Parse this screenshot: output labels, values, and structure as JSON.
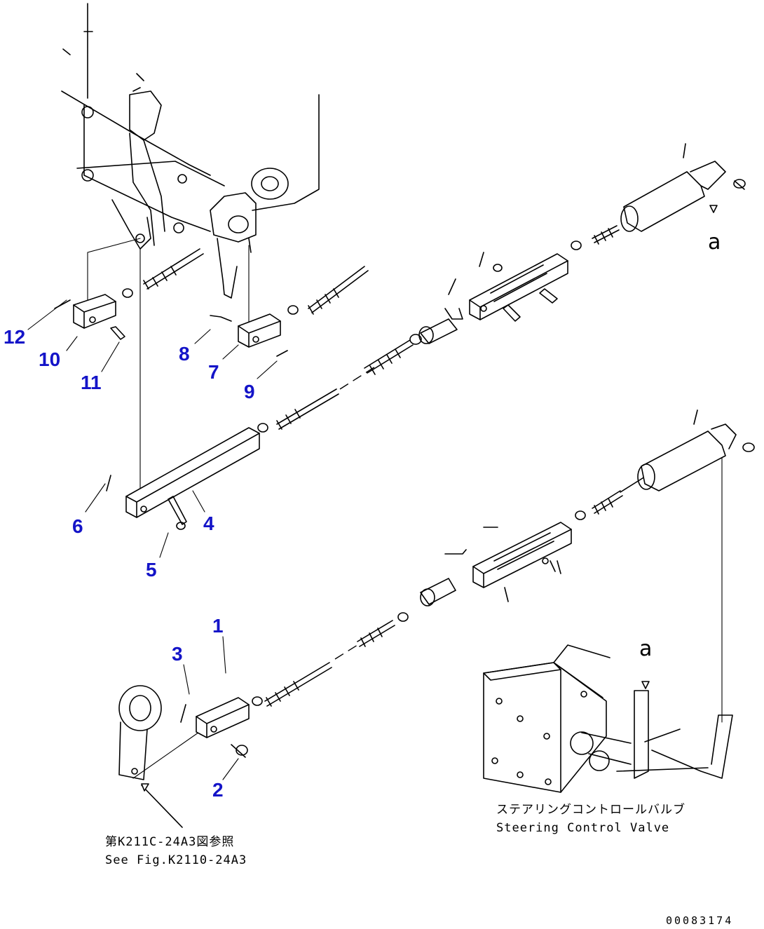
{
  "callouts": [
    {
      "label": "1"
    },
    {
      "label": "2"
    },
    {
      "label": "3"
    },
    {
      "label": "4"
    },
    {
      "label": "5"
    },
    {
      "label": "6"
    },
    {
      "label": "7"
    },
    {
      "label": "8"
    },
    {
      "label": "9"
    },
    {
      "label": "10"
    },
    {
      "label": "11"
    },
    {
      "label": "12"
    }
  ],
  "reference_marks": {
    "upper": "a",
    "lower": "a"
  },
  "notes": {
    "see_fig_jp": "第K211C-24A3図参照",
    "see_fig_en": "See Fig.K2110-24A3",
    "steering_valve_jp": "ステアリングコントロールバルブ",
    "steering_valve_en": "Steering Control Valve"
  },
  "drawing_code": "00083174",
  "colors": {
    "callout": "#1414c8",
    "line": "#000000",
    "background": "#ffffff"
  }
}
